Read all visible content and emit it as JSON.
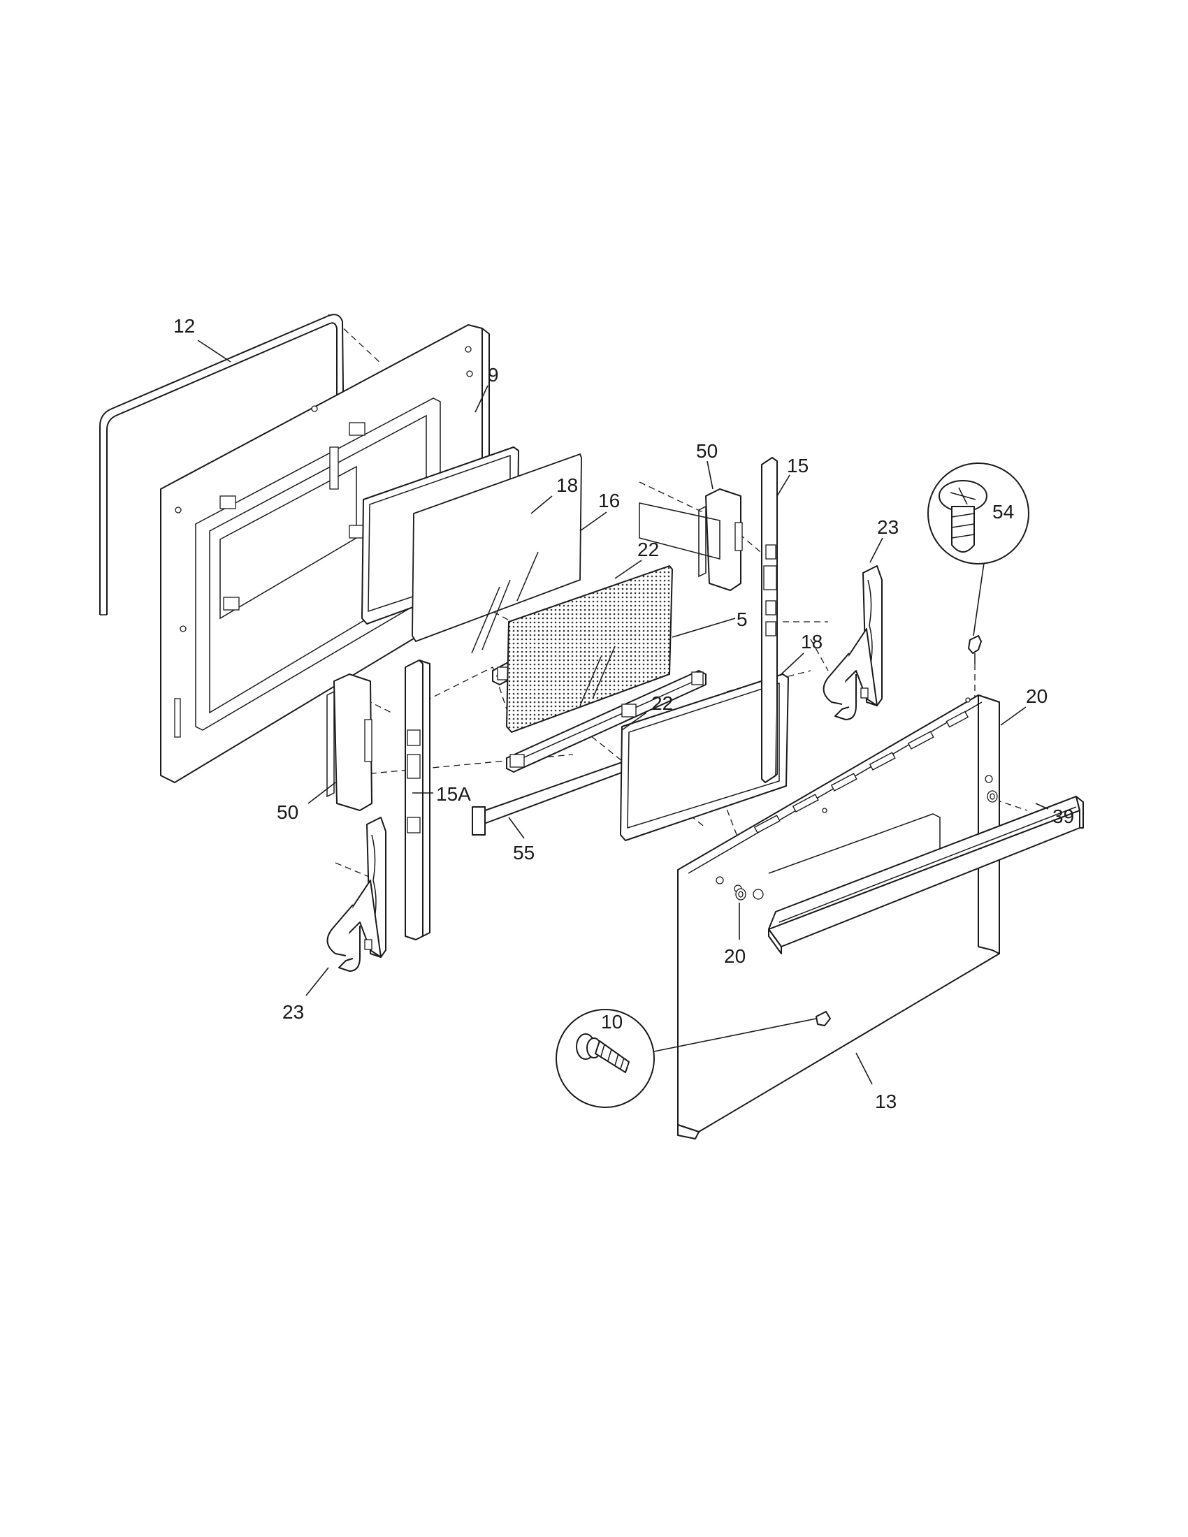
{
  "diagram": {
    "callouts": {
      "c12": "12",
      "c9": "9",
      "c50a": "50",
      "c15": "15",
      "c18a": "18",
      "c16": "16",
      "c22a": "22",
      "c5": "5",
      "c23a": "23",
      "c54": "54",
      "c18b": "18",
      "c20a": "20",
      "c22b": "22",
      "c15a": "15A",
      "c50b": "50",
      "c39": "39",
      "c55": "55",
      "c20b": "20",
      "c23b": "23",
      "c10": "10",
      "c13": "13"
    }
  }
}
